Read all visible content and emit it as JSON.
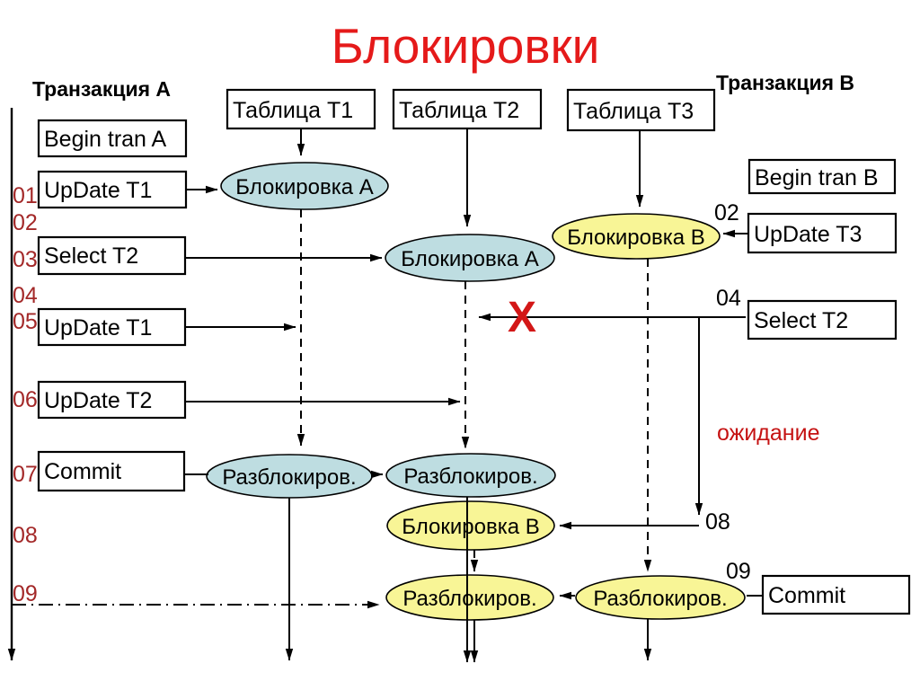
{
  "title": {
    "text": "Блокировки"
  },
  "colors": {
    "title_red": "#e51a1a",
    "step_red": "#a32828",
    "annotation_red": "#c51212",
    "x_red": "#d31717",
    "lock_a_fill": "#bedde1",
    "lock_b_fill": "#f8f596"
  },
  "transaction_a": {
    "label": "Транзакция A",
    "steps": [
      "01",
      "02",
      "03",
      "04",
      "05",
      "06",
      "07",
      "08",
      "09"
    ],
    "boxes": [
      {
        "label": "Begin tran A"
      },
      {
        "label": "UpDate T1"
      },
      {
        "label": "Select T2"
      },
      {
        "label": "UpDate T1"
      },
      {
        "label": "UpDate T2"
      },
      {
        "label": "Commit"
      }
    ]
  },
  "transaction_b": {
    "label": "Транзакция B",
    "step_markers": [
      "02",
      "04",
      "08",
      "09"
    ],
    "boxes": [
      {
        "label": "Begin tran B"
      },
      {
        "label": "UpDate T3"
      },
      {
        "label": "Select T2"
      },
      {
        "label": "Commit"
      }
    ]
  },
  "tables": [
    {
      "label": "Таблица T1"
    },
    {
      "label": "Таблица T2"
    },
    {
      "label": "Таблица T3"
    }
  ],
  "nodes": {
    "lock_a1": {
      "label": "Блокировка A"
    },
    "lock_a2": {
      "label": "Блокировка A"
    },
    "lock_b1": {
      "label": "Блокировка B"
    },
    "lock_b2": {
      "label": "Блокировка B"
    },
    "unlock_a1": {
      "label": "Разблокиров."
    },
    "unlock_a2": {
      "label": "Разблокиров."
    },
    "unlock_b1": {
      "label": "Разблокиров."
    },
    "unlock_b2": {
      "label": "Разблокиров."
    }
  },
  "annotations": {
    "waiting": "ожидание",
    "denied": "X"
  }
}
